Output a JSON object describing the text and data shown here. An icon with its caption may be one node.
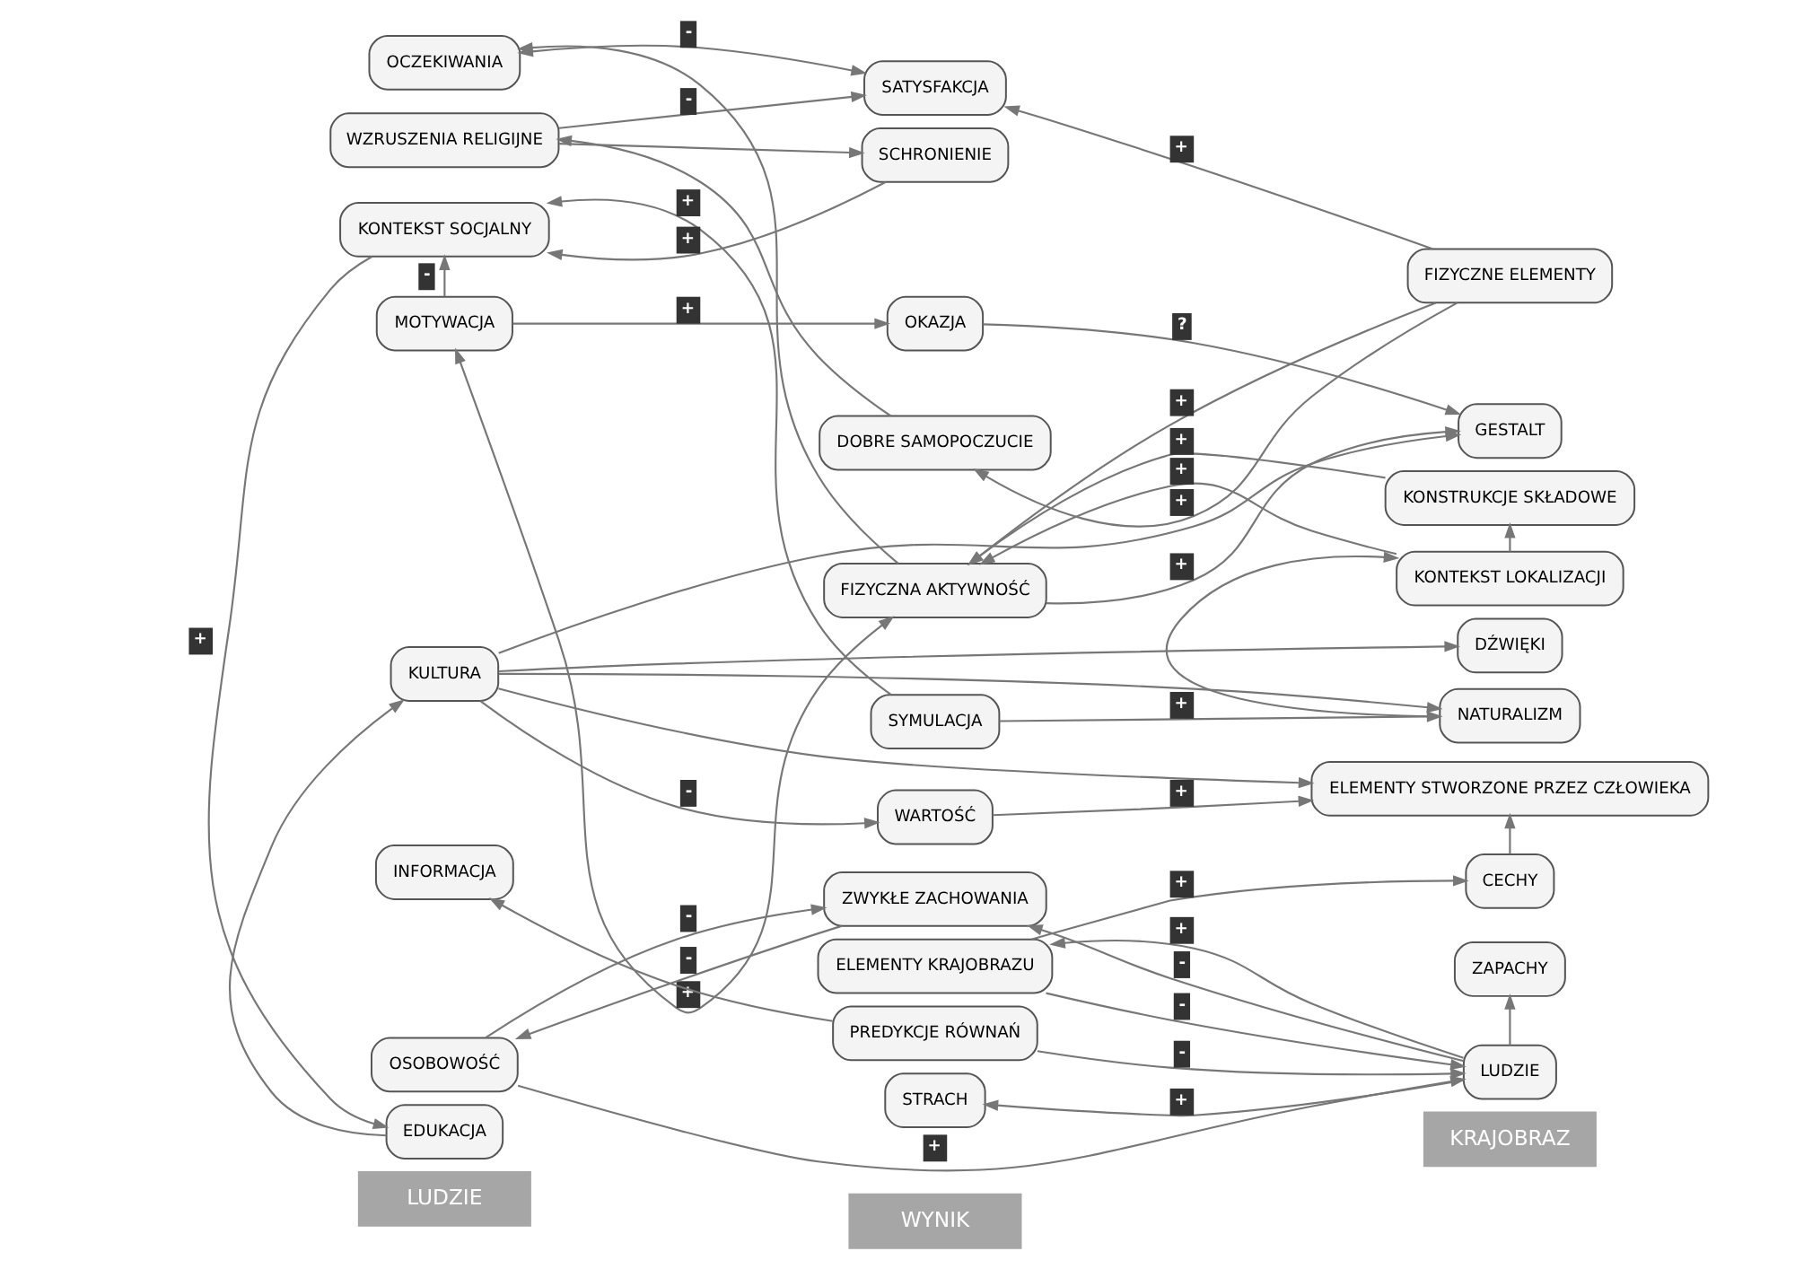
{
  "diagram": {
    "nodes": [
      {
        "text": [
          "LUDZIE"
        ]
      },
      {
        "text": [
          "WYNIK"
        ]
      },
      {
        "text": [
          "KRAJOBRAZ"
        ]
      },
      {
        "text": [
          "OCZEKIWANIA"
        ]
      },
      {
        "text": [
          "WZRUSZENIA RELIGIJNE"
        ]
      },
      {
        "text": [
          "MOTYWACJA"
        ]
      },
      {
        "text": [
          "KONTEKST SOCJALNY"
        ]
      },
      {
        "text": [
          "EDUKACJA"
        ]
      },
      {
        "text": [
          "KULTURA"
        ]
      },
      {
        "text": [
          "INFORMACJA"
        ]
      },
      {
        "text": [
          "OSOBOWOŚĆ"
        ]
      },
      {
        "text": [
          "SATYSFAKCJA"
        ]
      },
      {
        "text": [
          "DOBRE SAMOPOCZUCIE"
        ]
      },
      {
        "text": [
          "FIZYCZNA AKTYWNOŚĆ"
        ]
      },
      {
        "text": [
          "SYMULACJA"
        ]
      },
      {
        "text": [
          "SCHRONIENIE"
        ]
      },
      {
        "text": [
          "OKAZJA"
        ]
      },
      {
        "text": [
          "WARTOŚĆ"
        ]
      },
      {
        "text": [
          "PREDYKCJE RÓWNAŃ"
        ]
      },
      {
        "text": [
          "ELEMENTY KRAJOBRAZU"
        ]
      },
      {
        "text": [
          "ZWYKŁE ZACHOWANIA"
        ]
      },
      {
        "text": [
          "STRACH"
        ]
      },
      {
        "text": [
          "FIZYCZNE ELEMENTY"
        ]
      },
      {
        "text": [
          "KONSTRUKCJE SKŁADOWE"
        ]
      },
      {
        "text": [
          "KONTEKST LOKALIZACJI"
        ]
      },
      {
        "text": [
          "NATURALIZM"
        ]
      },
      {
        "text": [
          "GESTALT"
        ]
      },
      {
        "text": [
          "DŹWIĘKI"
        ]
      },
      {
        "text": [
          "ELEMENTY STWORZONE PRZEZ CZŁOWIEKA"
        ]
      },
      {
        "text": [
          "CECHY"
        ]
      },
      {
        "text": [
          "ZAPACHY"
        ]
      },
      {
        "text": [
          "LUDZIE"
        ]
      }
    ],
    "edges": [
      {
        "from": 11,
        "to": 3,
        "arrow": "both",
        "label": "-"
      },
      {
        "from": 4,
        "to": 11,
        "arrow": "to",
        "label": "-"
      },
      {
        "from": 12,
        "to": 4,
        "arrow": "to"
      },
      {
        "from": 13,
        "to": 5,
        "arrow": "both",
        "label": "+"
      },
      {
        "from": 13,
        "to": 3,
        "arrow": "to"
      },
      {
        "from": 22,
        "to": 11,
        "arrow": "to",
        "label": "+"
      },
      {
        "from": 22,
        "to": 12,
        "arrow": "to",
        "label": "+"
      },
      {
        "from": 22,
        "to": 13,
        "arrow": "to",
        "label": "+"
      },
      {
        "from": 23,
        "to": 13,
        "arrow": "to",
        "label": "+"
      },
      {
        "from": 24,
        "to": 13,
        "arrow": "to",
        "label": "+"
      },
      {
        "from": 5,
        "to": 6,
        "arrow": "to",
        "label": "-"
      },
      {
        "from": 6,
        "to": 7,
        "arrow": "to",
        "label": "+"
      },
      {
        "from": 14,
        "to": 6,
        "arrow": "to",
        "label": "+"
      },
      {
        "from": 15,
        "to": 6,
        "arrow": "to",
        "label": "+"
      },
      {
        "from": 4,
        "to": 15,
        "arrow": "to"
      },
      {
        "from": 5,
        "to": 16,
        "arrow": "to",
        "label": "+"
      },
      {
        "from": 8,
        "to": 25,
        "arrow": "to"
      },
      {
        "from": 8,
        "to": 26,
        "arrow": "to"
      },
      {
        "from": 8,
        "to": 27,
        "arrow": "to"
      },
      {
        "from": 8,
        "to": 17,
        "arrow": "to",
        "label": "-"
      },
      {
        "from": 8,
        "to": 28,
        "arrow": "to"
      },
      {
        "from": 18,
        "to": 9,
        "arrow": "to"
      },
      {
        "from": 10,
        "to": 20,
        "arrow": "to",
        "label": "-"
      },
      {
        "from": 10,
        "to": 31,
        "arrow": "to",
        "label": "+"
      },
      {
        "from": 20,
        "to": 10,
        "arrow": "to",
        "label": "-"
      },
      {
        "from": 16,
        "to": 26,
        "arrow": "to",
        "label": "?"
      },
      {
        "from": 13,
        "to": 26,
        "arrow": "to",
        "label": "+"
      },
      {
        "from": 14,
        "to": 25,
        "arrow": "to",
        "label": "+"
      },
      {
        "from": 17,
        "to": 28,
        "arrow": "to",
        "label": "+"
      },
      {
        "from": 19,
        "to": 29,
        "arrow": "to",
        "label": "+"
      },
      {
        "from": 19,
        "to": 31,
        "arrow": "to",
        "label": "-"
      },
      {
        "from": 18,
        "to": 31,
        "arrow": "to",
        "label": "-"
      },
      {
        "from": 31,
        "to": 19,
        "arrow": "to",
        "label": "+"
      },
      {
        "from": 31,
        "to": 20,
        "arrow": "to",
        "label": "-"
      },
      {
        "from": 31,
        "to": 21,
        "arrow": "to",
        "label": "+"
      },
      {
        "from": 25,
        "to": 24,
        "arrow": "to"
      },
      {
        "from": 24,
        "to": 23,
        "arrow": "to"
      },
      {
        "from": 29,
        "to": 28,
        "arrow": "to"
      },
      {
        "from": 31,
        "to": 30,
        "arrow": "to"
      },
      {
        "from": 7,
        "to": 8,
        "arrow": "to"
      }
    ]
  }
}
